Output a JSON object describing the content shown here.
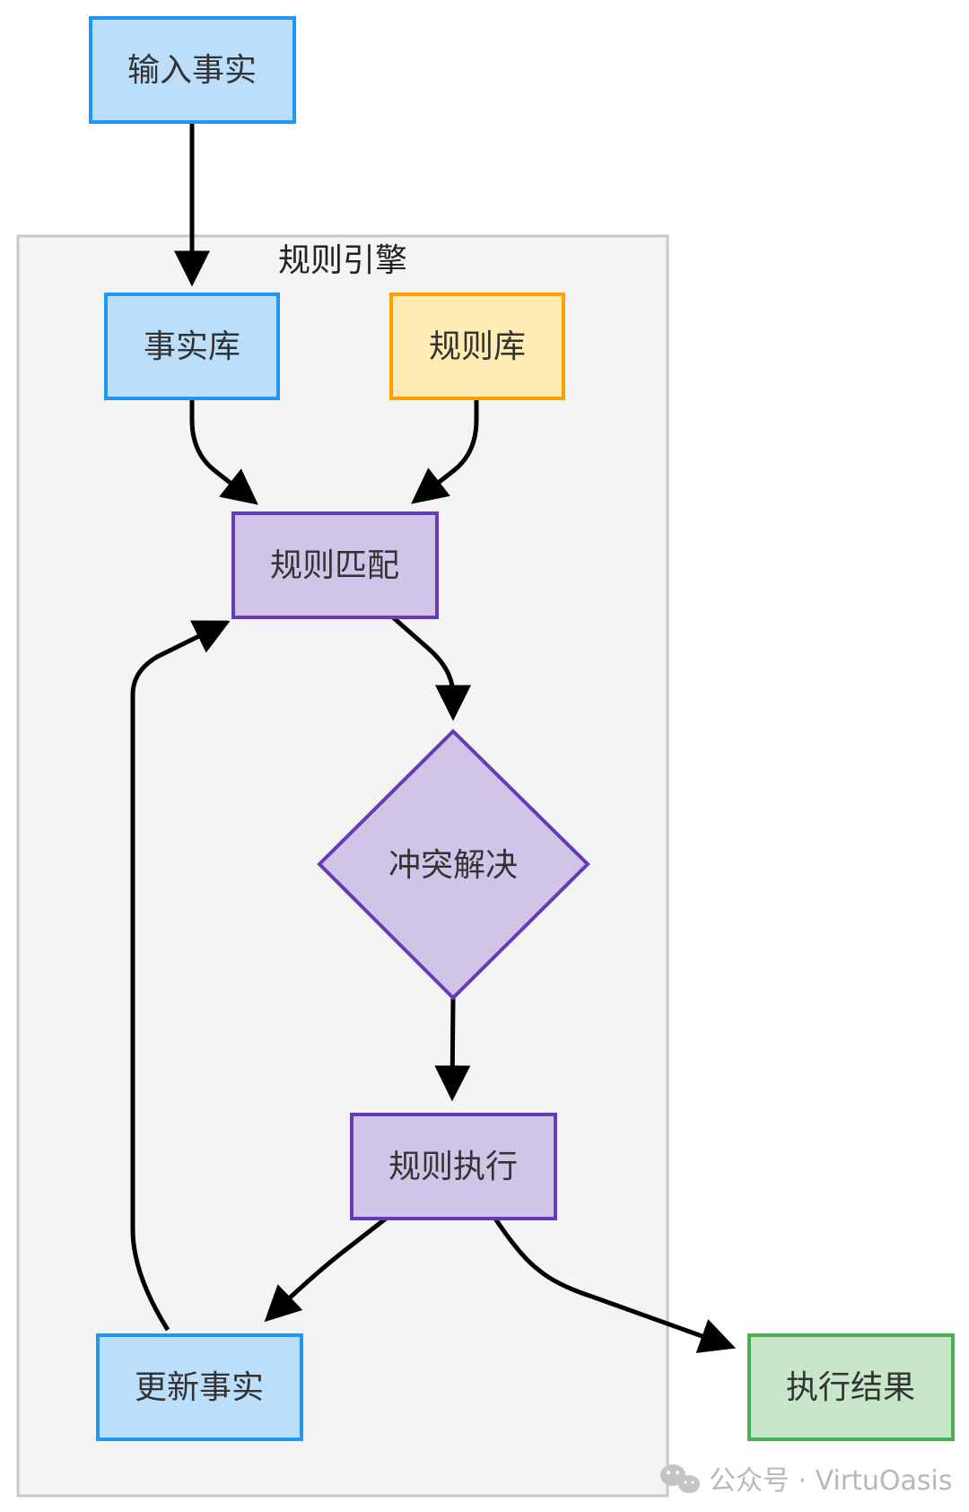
{
  "cluster": {
    "label": "规则引擎"
  },
  "nodes": {
    "input_facts": "输入事实",
    "fact_base": "事实库",
    "rule_base": "规则库",
    "rule_match": "规则匹配",
    "conflict_resolution": "冲突解决",
    "rule_execution": "规则执行",
    "update_facts": "更新事实",
    "execution_result": "执行结果"
  },
  "watermark": {
    "text": "公众号 · VirtuOasis",
    "icon": "wechat-icon"
  },
  "colors": {
    "blue_fill": "#BBDEFB",
    "blue_stroke": "#2196F3",
    "orange_fill": "#FFECB3",
    "orange_stroke": "#FFA000",
    "purple_fill": "#D1C4E9",
    "purple_stroke": "#673AB7",
    "green_fill": "#C8E6C9",
    "green_stroke": "#4CAF50",
    "cluster_fill": "#F4F4F4",
    "cluster_stroke": "#C8C8C8"
  }
}
